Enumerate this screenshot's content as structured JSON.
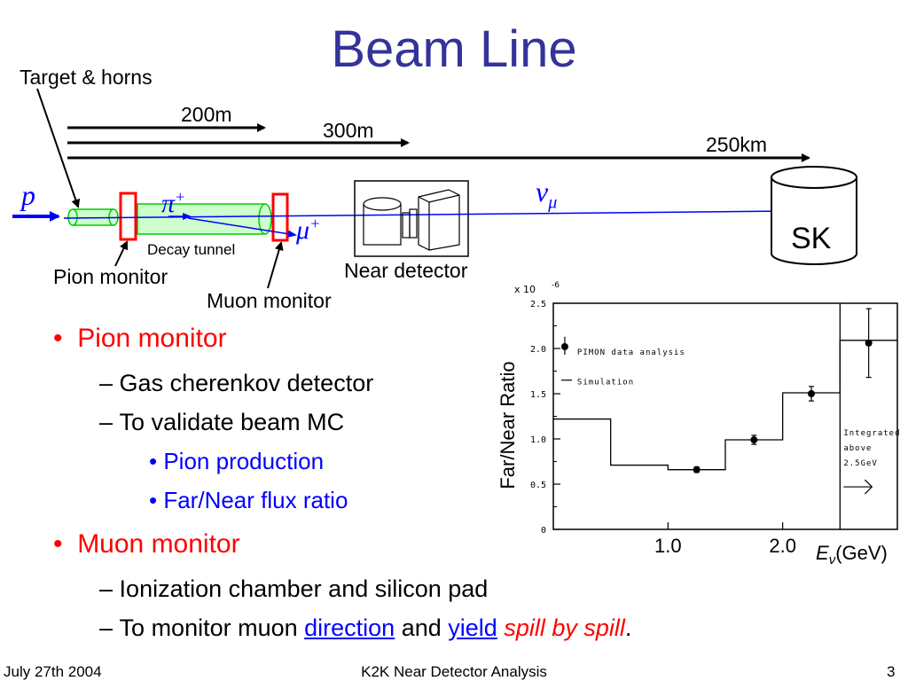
{
  "slide": {
    "title": "Beam Line",
    "footer": {
      "date": "July 27th 2004",
      "center": "K2K Near Detector Analysis",
      "page": "3"
    }
  },
  "diagram": {
    "target_label": "Target & horns",
    "dist_200": "200m",
    "dist_300": "300m",
    "dist_250km": "250km",
    "proton": "p",
    "pion_symbol": "π",
    "pion_charge": "+",
    "muon_symbol": "μ",
    "muon_charge": "+",
    "nu_symbol": "ν",
    "nu_sub": "μ",
    "decay_tunnel": "Decay tunnel",
    "pion_monitor": "Pion monitor",
    "muon_monitor": "Muon monitor",
    "near_detector": "Near detector",
    "sk": "SK"
  },
  "bullets": {
    "pion_monitor": "Pion monitor",
    "gas": "Gas cherenkov detector",
    "validate": "To validate beam MC",
    "pion_production": "Pion production",
    "flux_ratio": "Far/Near flux ratio",
    "muon_monitor": "Muon monitor",
    "ionization": "Ionization chamber and silicon pad",
    "monitor_prefix": "To monitor muon ",
    "direction": "direction",
    "and": " and ",
    "yield": "yield",
    "spill": "spill by spill",
    "period": ".",
    "dash": "–",
    "dot": "•"
  },
  "chart_data": {
    "type": "line",
    "ylabel": "Far/Near Ratio",
    "ymultiplier": "x 10",
    "yexp": "-6",
    "xlabel_sym": "E",
    "xlabel_sub": "ν",
    "xlabel_unit": "(GeV)",
    "ylim": [
      0,
      2.5
    ],
    "xlim": [
      0,
      3.0
    ],
    "yticks": [
      "0",
      "0.5",
      "1.0",
      "1.5",
      "2.0",
      "2.5"
    ],
    "xtick_labels": [
      {
        "x": 1.0,
        "label": "1.0"
      },
      {
        "x": 2.0,
        "label": "2.0"
      }
    ],
    "legend": {
      "data_label": "PIMON data analysis",
      "sim_label": "Simulation"
    },
    "annotation": [
      "Integrated",
      "above",
      "2.5GeV"
    ],
    "simulation": [
      {
        "x0": 0.0,
        "x1": 0.5,
        "y": 1.22
      },
      {
        "x0": 0.5,
        "x1": 1.0,
        "y": 0.71
      },
      {
        "x0": 1.0,
        "x1": 1.5,
        "y": 0.66
      },
      {
        "x0": 1.5,
        "x1": 2.0,
        "y": 0.99
      },
      {
        "x0": 2.0,
        "x1": 2.5,
        "y": 1.51
      },
      {
        "x0": 2.5,
        "x1": 3.0,
        "y": 2.09
      }
    ],
    "data_points": [
      {
        "x": 1.25,
        "y": 0.66,
        "err": 0.03
      },
      {
        "x": 1.75,
        "y": 0.99,
        "err": 0.05
      },
      {
        "x": 2.25,
        "y": 1.5,
        "err": 0.08
      },
      {
        "x": 2.75,
        "y": 2.06,
        "err": 0.38
      }
    ],
    "colors": {
      "series": "#000000"
    }
  }
}
